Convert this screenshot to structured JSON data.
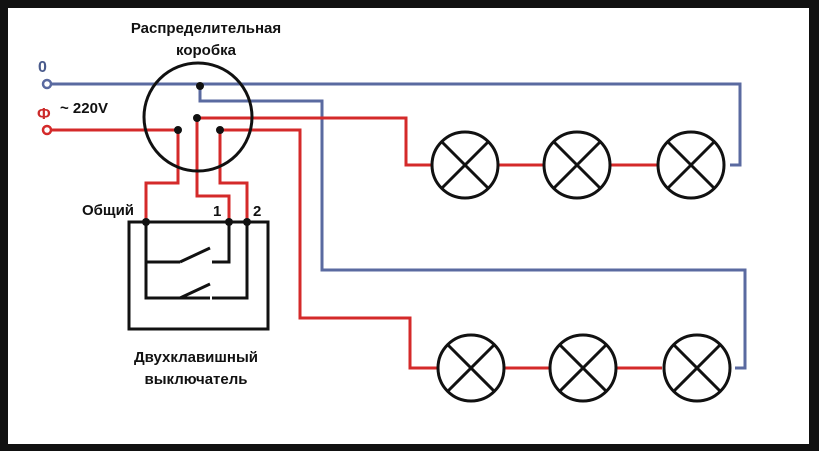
{
  "labels": {
    "junction_box_line1": "Распределительная",
    "junction_box_line2": "коробка",
    "neutral": "0",
    "phase": "Ф",
    "voltage": "~ 220V",
    "common": "Общий",
    "key1": "1",
    "key2": "2",
    "switch_line1": "Двухклавишный",
    "switch_line2": "выключатель"
  },
  "colors": {
    "phase_wire": "#d42a2a",
    "neutral_wire": "#5a6aa0",
    "outline": "#111111",
    "background": "#ffffff"
  },
  "lamp_groups": [
    {
      "group": "top",
      "lamp_count": 3,
      "key": "1"
    },
    {
      "group": "bottom",
      "lamp_count": 3,
      "key": "2"
    }
  ]
}
